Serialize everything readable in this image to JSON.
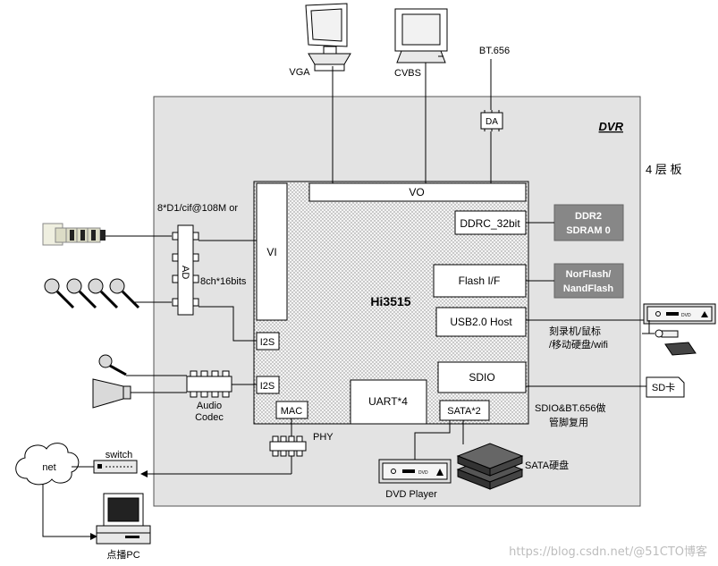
{
  "diagram": {
    "board_label": "DVR",
    "layer_note": "4 层 板",
    "chip": {
      "name": "Hi3515",
      "blocks": {
        "vo": "VO",
        "vi": "VI",
        "ddrc": "DDRC_32bit",
        "flash_if": "Flash I/F",
        "usb": "USB2.0 Host",
        "sdio": "SDIO",
        "i2s_top": "I2S",
        "i2s_bottom": "I2S",
        "mac": "MAC",
        "uart": "UART*4",
        "sata": "SATA*2"
      }
    },
    "outputs": {
      "vga": "VGA",
      "cvbs": "CVBS",
      "bt656": "BT.656",
      "da": "DA"
    },
    "memory": {
      "ddr2_line1": "DDR2",
      "ddr2_line2": "SDRAM 0",
      "flash_line1": "NorFlash/",
      "flash_line2": "NandFlash"
    },
    "inputs": {
      "camera_spec": "8*D1/cif@108M or",
      "audio_spec": "8ch*16bits",
      "ad": "AD"
    },
    "audio_codec_line1": "Audio",
    "audio_codec_line2": "Codec",
    "usb_devices_line1": "刻录机/鼠标",
    "usb_devices_line2": "/移动硬盘/wifi",
    "sd_card": "SD卡",
    "sdio_note_line1": "SDIO&BT.656做",
    "sdio_note_line2": "管脚复用",
    "sata_disk": "SATA硬盘",
    "dvd_player": "DVD Player",
    "dvd_label": "DVD",
    "phy": "PHY",
    "switch": "switch",
    "net": "net",
    "pc": "点播PC",
    "watermark": "https://blog.csdn.net/@51CTO博客",
    "colors": {
      "chip_fill": "#f2f2f2",
      "board_fill": "#e3e3e3",
      "memory_fill": "#878787",
      "memory_text": "#ffffff"
    }
  }
}
